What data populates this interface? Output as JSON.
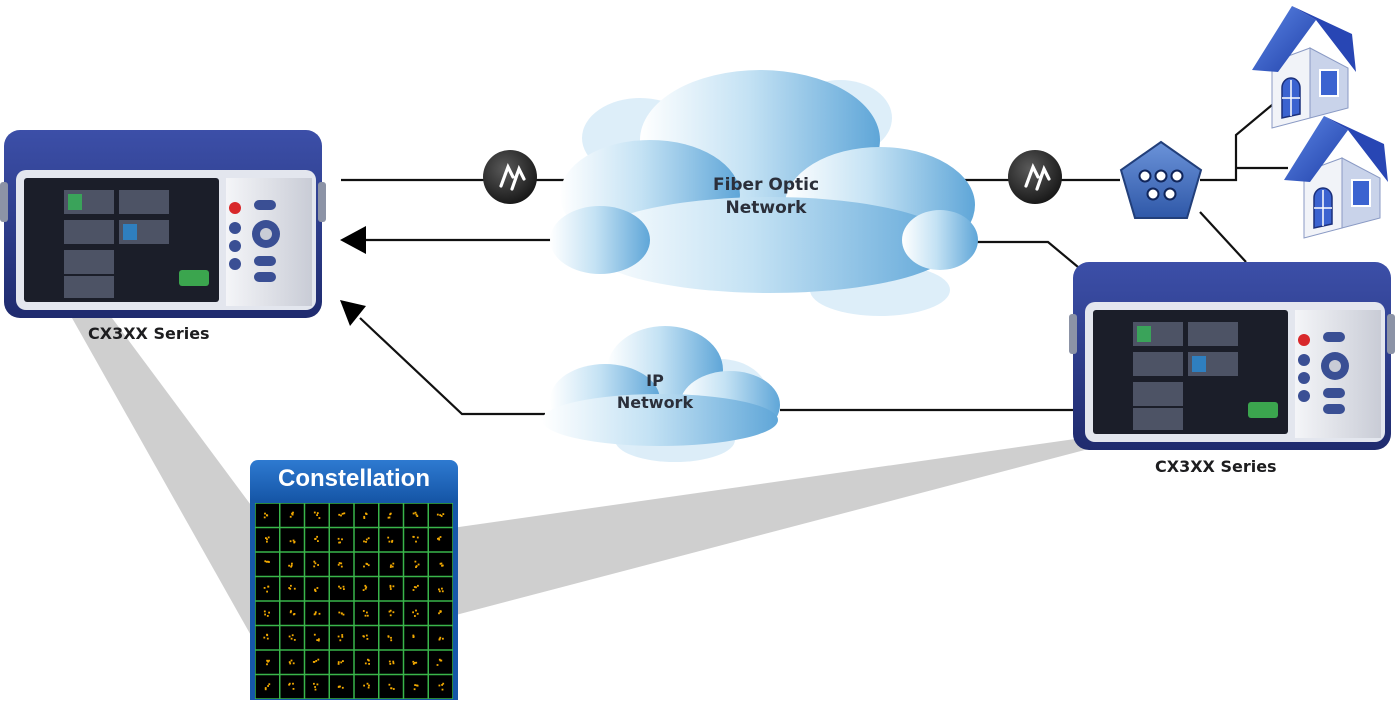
{
  "diagram": {
    "devices": [
      {
        "id": "left",
        "label": "CX3XX Series"
      },
      {
        "id": "right",
        "label": "CX3XX Series"
      }
    ],
    "clouds": [
      {
        "id": "fiber",
        "line1": "Fiber Optic",
        "line2": "Network"
      },
      {
        "id": "ip",
        "line1": "IP",
        "line2": "Network"
      }
    ],
    "constellation": {
      "title": "Constellation",
      "rows": 8,
      "cols": 8
    },
    "colors": {
      "device_body": "#2b3a8c",
      "device_screen": "#1c1f2b",
      "cloud_fill": "#8ec3e6",
      "house_roof": "#2f55c9",
      "house_wall": "#e9eef7",
      "splitter": "#4a75c4",
      "amplifier": "#2b2b2b",
      "constellation_header": "#1f68c0",
      "grid_line": "#39b54a",
      "constellation_point": "#f2a900"
    }
  }
}
